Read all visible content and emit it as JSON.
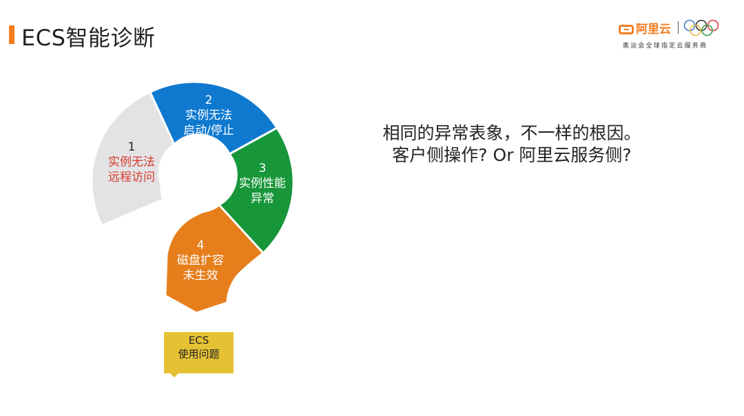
{
  "header": {
    "title": "ECS智能诊断",
    "accent_color": "#f57c1f"
  },
  "logo": {
    "brand": "阿里云",
    "separator": "|",
    "rings_icon": "olympic-rings-icon",
    "tagline": "奥运会全球指定云服务商"
  },
  "diagram": {
    "segments": [
      {
        "number": "1",
        "line1": "实例无法",
        "line2": "远程访问",
        "color": "#e3e3e5",
        "text_color": "#d63a2a",
        "number_color": "#222222"
      },
      {
        "number": "2",
        "line1": "实例无法",
        "line2": "启动/停止",
        "color": "#0f79d0",
        "text_color": "#ffffff"
      },
      {
        "number": "3",
        "line1": "实例性能",
        "line2": "异常",
        "color": "#17963a",
        "text_color": "#ffffff"
      },
      {
        "number": "4",
        "line1": "磁盘扩容",
        "line2": "未生效",
        "color": "#e67e1b",
        "text_color": "#ffffff"
      }
    ],
    "callout": {
      "line1": "ECS",
      "line2": "使用问题",
      "color": "#e5c234"
    }
  },
  "main_text": {
    "line1": "相同的异常表象，不一样的根因。",
    "line2": "客户侧操作? Or 阿里云服务侧?"
  }
}
